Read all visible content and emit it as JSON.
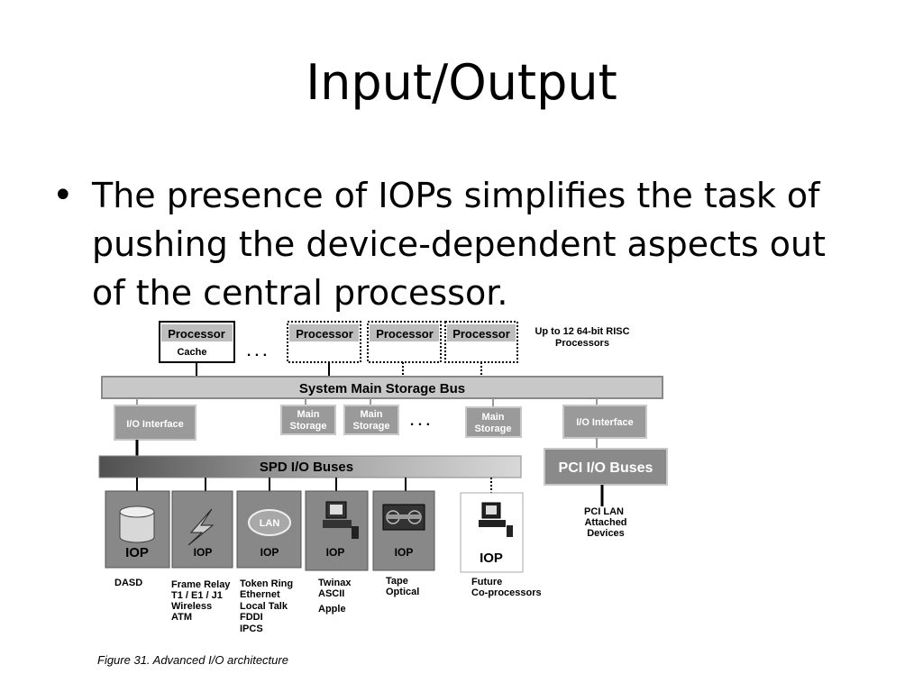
{
  "slide": {
    "title": "Input/Output",
    "bullet": "The presence of IOPs simplifies the task of pushing the device-dependent aspects out of the central processor."
  },
  "diagram": {
    "processors": {
      "main_label": "Processor",
      "cache_label": "Cache",
      "ellipsis": ". . .",
      "note_line1": "Up to 12 64-bit RISC",
      "note_line2": "Processors"
    },
    "bus": {
      "label": "System Main Storage Bus"
    },
    "io_interface_left": "I/O Interface",
    "io_interface_right": "I/O Interface",
    "main_storage": {
      "line1": "Main",
      "line2": "Storage",
      "ellipsis": ". . ."
    },
    "spd_bus": "SPD I/O Buses",
    "pci_bus": "PCI I/O Buses",
    "pci_devices": [
      "PCI LAN",
      "Attached",
      "Devices"
    ],
    "iop_label": "IOP",
    "lan_label": "LAN",
    "device_labels": {
      "dasd": [
        "DASD"
      ],
      "frame_relay": [
        "Frame Relay",
        "T1 / E1 / J1",
        "Wireless",
        "ATM"
      ],
      "token_ring": [
        "Token Ring",
        "Ethernet",
        "Local Talk",
        "FDDI",
        "IPCS"
      ],
      "twinax": [
        "Twinax",
        "ASCII",
        "Apple"
      ],
      "tape": [
        "Tape",
        "Optical"
      ],
      "future": [
        "Future",
        "Co-processors"
      ]
    },
    "caption": "Figure 31.  Advanced I/O architecture"
  },
  "colors": {
    "iop_fill": "#888888",
    "bus_fill": "#c8c8c8",
    "interface_fill": "#9a9a9a",
    "pci_fill": "#8a8a8a"
  }
}
